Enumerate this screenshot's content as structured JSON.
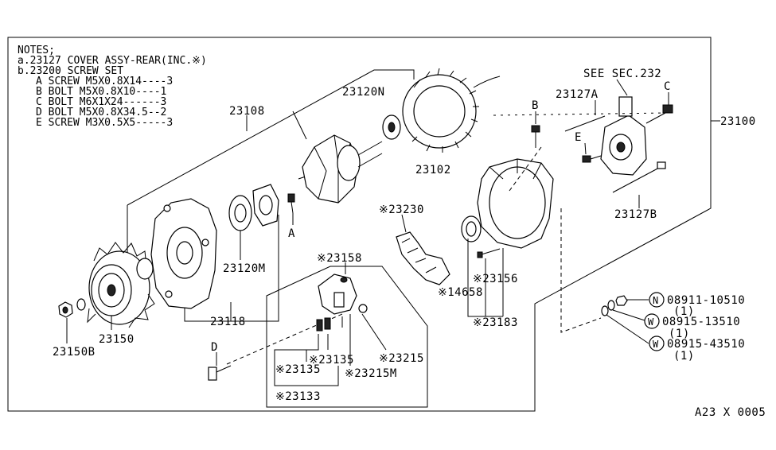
{
  "notes": {
    "title": "NOTES;",
    "lines": [
      "a.23127 COVER ASSY-REAR(INC.※)",
      "b.23200 SCREW SET",
      "A SCREW M5X0.8X14----3",
      "B BOLT  M5X0.8X10----1",
      "C BOLT  M6X1X24------3",
      "D BOLT  M5X0.8X34.5--2",
      "E SCREW M3X0.5X5-----3"
    ]
  },
  "labels": {
    "p23100": "23100",
    "p23108": "23108",
    "p23120N": "23120N",
    "p23102": "23102",
    "p23127A": "23127A",
    "see_sec": "SEE SEC.232",
    "letter_B": "B",
    "letter_C": "C",
    "letter_E": "E",
    "letter_A": "A",
    "letter_D": "D",
    "p23127B": "23127B",
    "p23230": "※23230",
    "p23120M": "23120M",
    "p23158": "※23158",
    "p23156": "※23156",
    "p14658": "※14658",
    "p23183": "※23183",
    "p23118": "23118",
    "p23150": "23150",
    "p23150B": "23150B",
    "p23135a": "※23135",
    "p23135b": "※23135",
    "p23215": "※23215",
    "p23215M": "※23215M",
    "p23133": "※23133",
    "n_part": "08911-10510",
    "n_qty": "(1)",
    "w1_part": "08915-13510",
    "w1_qty": "(1)",
    "w2_part": "08915-43510",
    "w2_qty": "(1)",
    "mark_N": "N",
    "mark_W1": "W",
    "mark_W2": "W",
    "footer_code": "A23 X 0005"
  }
}
